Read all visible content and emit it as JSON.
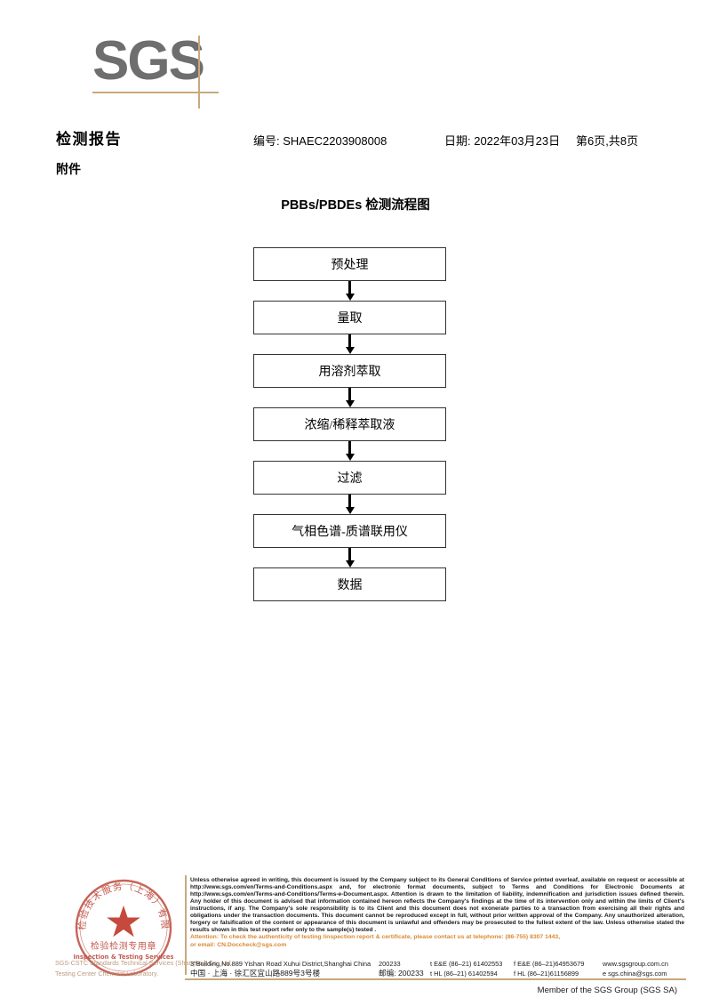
{
  "brand": {
    "logo_text": "SGS",
    "logo_color": "#6e6e6e",
    "rule_color": "#c9a87c"
  },
  "header": {
    "title": "检测报告",
    "subtitle": "附件",
    "report_no": "编号: SHAEC2203908008",
    "date": "日期: 2022年03月23日",
    "page": "第6页,共8页"
  },
  "flowchart": {
    "title": "PBBs/PBDEs 检测流程图",
    "nodes": [
      {
        "label": "预处理"
      },
      {
        "label": "量取"
      },
      {
        "label": "用溶剂萃取"
      },
      {
        "label": "浓缩/稀释萃取液"
      },
      {
        "label": "过滤"
      },
      {
        "label": "气相色谱-质谱联用仪"
      },
      {
        "label": "数据"
      }
    ]
  },
  "seal": {
    "outer_text_cn": "质检检验技术服务（上海）有限公司",
    "label_cn": "检验检测专用章",
    "label_en": "Inspection & Testing Services",
    "star": "★",
    "color": "#c0392b",
    "caption_line1": "SGS-CSTC Standards Technical Services (Shanghai) Co., Ltd.",
    "caption_line2": "Testing Center Chemical Laboratory."
  },
  "footer": {
    "legal_paragraph": "Unless otherwise agreed in writing, this document is issued by the Company subject to its General Conditions of Service printed overleaf, available on request or accessible at http://www.sgs.com/en/Terms-and-Conditions.aspx and, for electronic format documents, subject to Terms and Conditions for Electronic Documents at http://www.sgs.com/en/Terms-and-Conditions/Terms-e-Document.aspx. Attention is drawn to the limitation of liability, indemnification and jurisdiction issues defined therein. Any holder of this document is advised that information contained hereon reflects the Company's findings at the time of its intervention only and within the limits of Client's instructions, if any. The Company's sole responsibility is to its Client and this document does not exonerate parties to a transaction from exercising all their rights and obligations under the transaction documents. This document cannot be reproduced except in full, without prior written approval of the Company. Any unauthorized alteration, forgery or falsification of the content or appearance of this document is unlawful and offenders may be prosecuted to the fullest extent of the law. Unless otherwise stated the results shown in this test report refer only to the sample(s) tested .",
    "attention_line1": "Attention: To check the authenticity of testing /inspection report & certificate, please contact us at telephone: (86-755) 8307 1443,",
    "attention_line2": "or email: CN.Doccheck@sgs.com",
    "address_rows": [
      {
        "address": "3\"Building,No.889 Yishan Road Xuhui District,Shanghai China",
        "postcode": "200233",
        "phone1": "t E&E (86–21) 61402553",
        "phone2": "f E&E (86–21)64953679",
        "contact": "www.sgsgroup.com.cn"
      },
      {
        "address": "中国 · 上海 · 徐汇区宜山路889号3号楼",
        "postcode": "邮编: 200233",
        "phone1": "t HL (86–21) 61402594",
        "phone2": "f HL (86–21)61156899",
        "contact": "e  sgs.china@sgs.com"
      }
    ],
    "member_line": "Member of the SGS Group (SGS SA)"
  }
}
